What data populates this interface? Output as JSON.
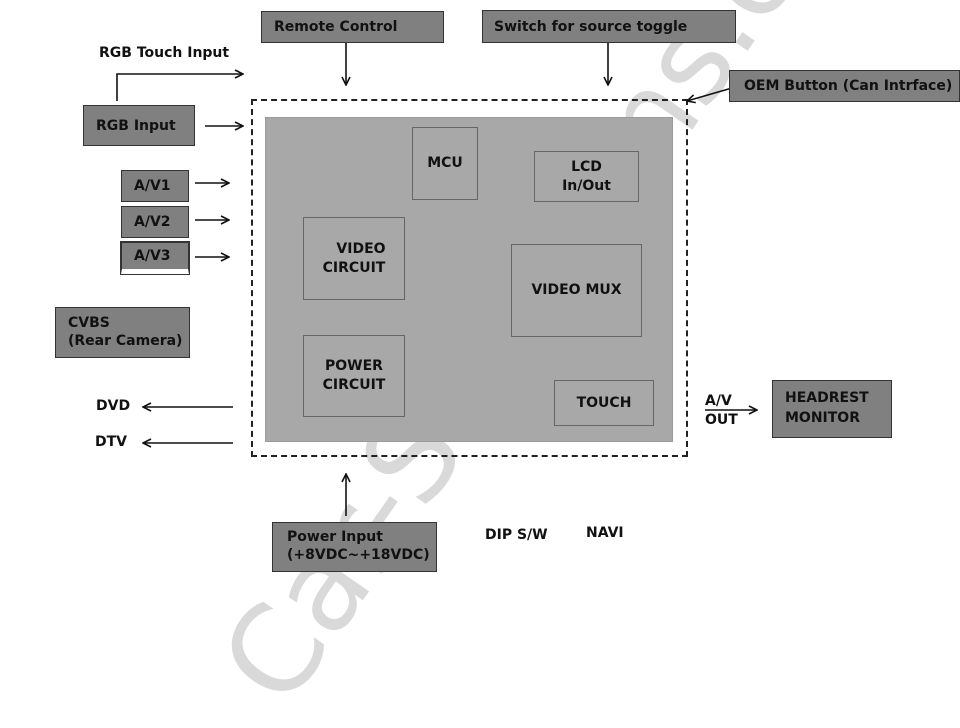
{
  "diagram": {
    "external_inputs": {
      "remote_control": "Remote Control",
      "source_toggle": "Switch for source toggle",
      "oem_button": "OEM Button (Can Intrface)",
      "rgb_touch_input": "RGB Touch Input",
      "rgb_input": "RGB Input",
      "av1": "A/V1",
      "av2": "A/V2",
      "av3": "A/V3",
      "cvbs_line1": "CVBS",
      "cvbs_line2": "(Rear Camera)",
      "power_input_line1": "Power Input",
      "power_input_line2": "(+8VDC~+18VDC)"
    },
    "outputs": {
      "dvd": "DVD",
      "dtv": "DTV",
      "av_out_line1": "A/V",
      "av_out_line2": "OUT",
      "headrest_line1": "HEADREST",
      "headrest_line2": "MONITOR"
    },
    "internal_blocks": {
      "mcu": "MCU",
      "lcd_line1": "LCD",
      "lcd_line2": "In/Out",
      "video_circuit_line1": "VIDEO",
      "video_circuit_line2": "CIRCUIT",
      "video_mux": "VIDEO MUX",
      "power_circuit_line1": "POWER",
      "power_circuit_line2": "CIRCUIT",
      "touch": "TOUCH"
    },
    "bottom_labels": {
      "dip_sw": "DIP S/W",
      "navi": "NAVI"
    },
    "watermark": "Car-Solutions.com",
    "colors": {
      "external_box": "#808080",
      "board": "#a8a8a8",
      "text": "#111111"
    }
  }
}
